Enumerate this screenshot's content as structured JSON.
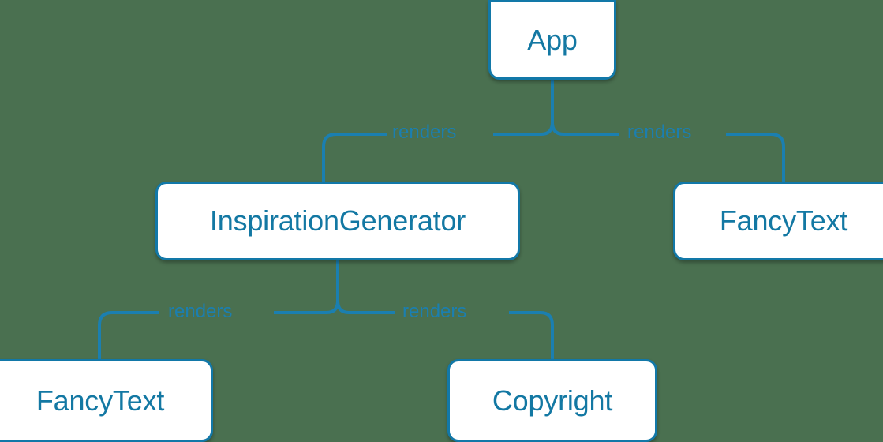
{
  "diagram": {
    "type": "component-tree",
    "background_color": "#4a7050",
    "node_fill": "#ffffff",
    "node_border_color": "#1278a8",
    "node_text_color": "#1378a3",
    "edge_color": "#1b7fb0",
    "edge_label_color": "#1b7fb0",
    "nodes": [
      {
        "id": "app",
        "label": "App"
      },
      {
        "id": "inspiration",
        "label": "InspirationGenerator"
      },
      {
        "id": "fancytext-right",
        "label": "FancyText"
      },
      {
        "id": "fancytext-left",
        "label": "FancyText"
      },
      {
        "id": "copyright",
        "label": "Copyright"
      }
    ],
    "edges": [
      {
        "from": "app",
        "to": "inspiration",
        "label": "renders"
      },
      {
        "from": "app",
        "to": "fancytext-right",
        "label": "renders"
      },
      {
        "from": "inspiration",
        "to": "fancytext-left",
        "label": "renders"
      },
      {
        "from": "inspiration",
        "to": "copyright",
        "label": "renders"
      }
    ]
  }
}
